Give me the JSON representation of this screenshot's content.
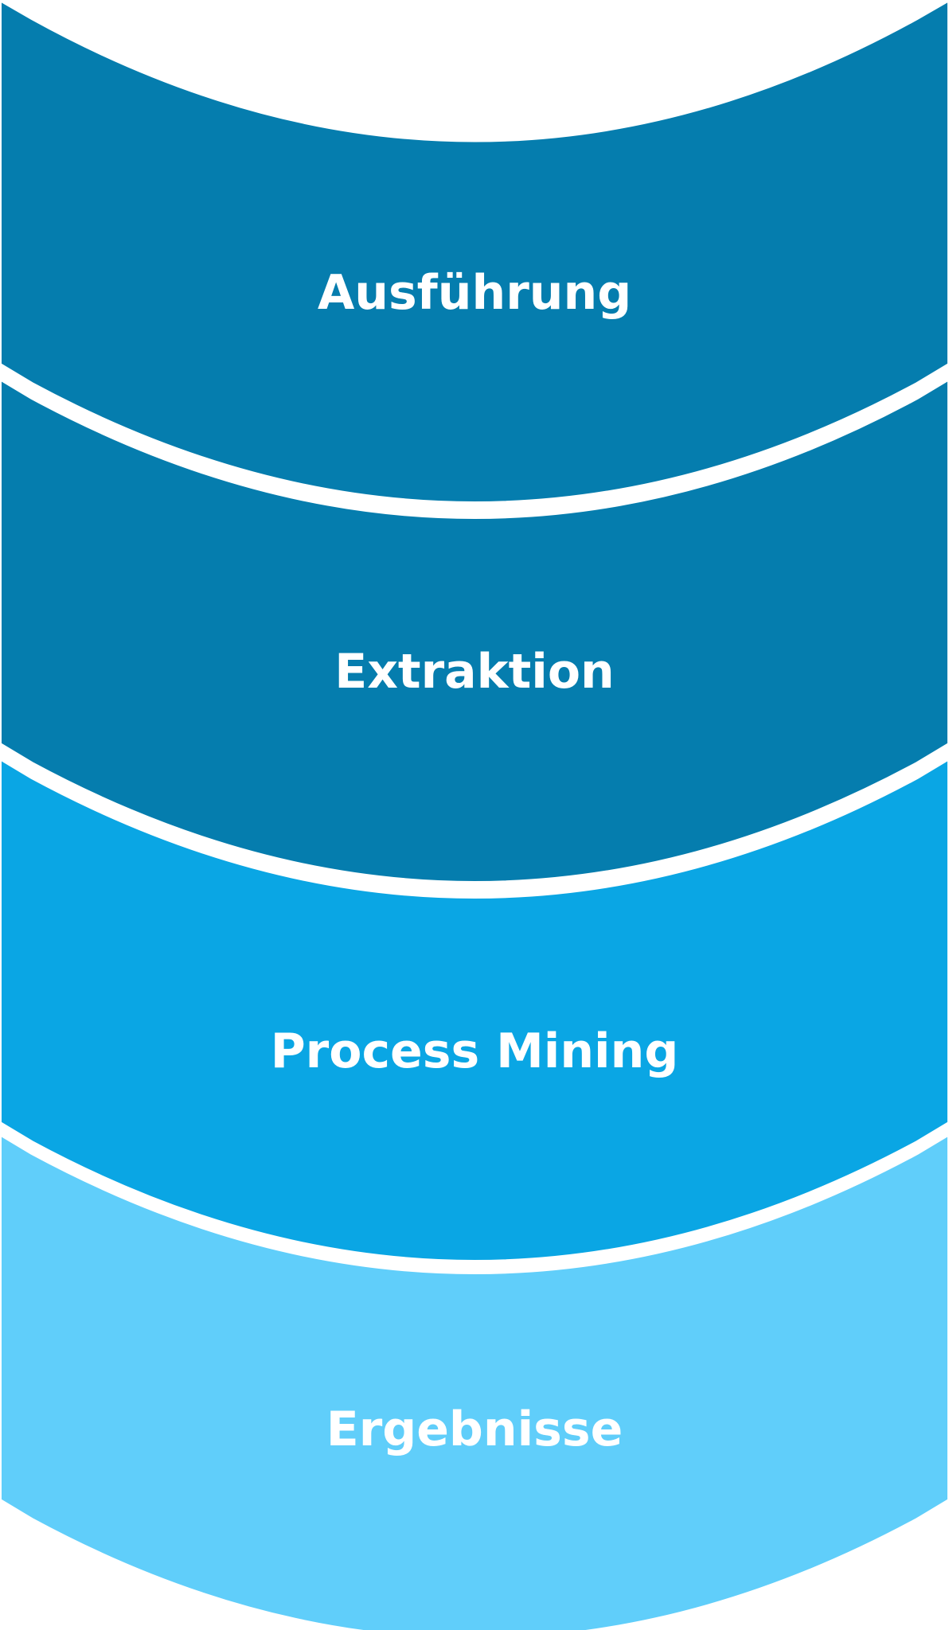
{
  "stages": [
    {
      "label": "Ausführung",
      "color": "#057dae"
    },
    {
      "label": "Extraktion",
      "color": "#057dae"
    },
    {
      "label": "Process Mining",
      "color": "#0aa6e4"
    },
    {
      "label": "Ergebnisse",
      "color": "#60cefa"
    }
  ],
  "separator_color": "#ffffff"
}
